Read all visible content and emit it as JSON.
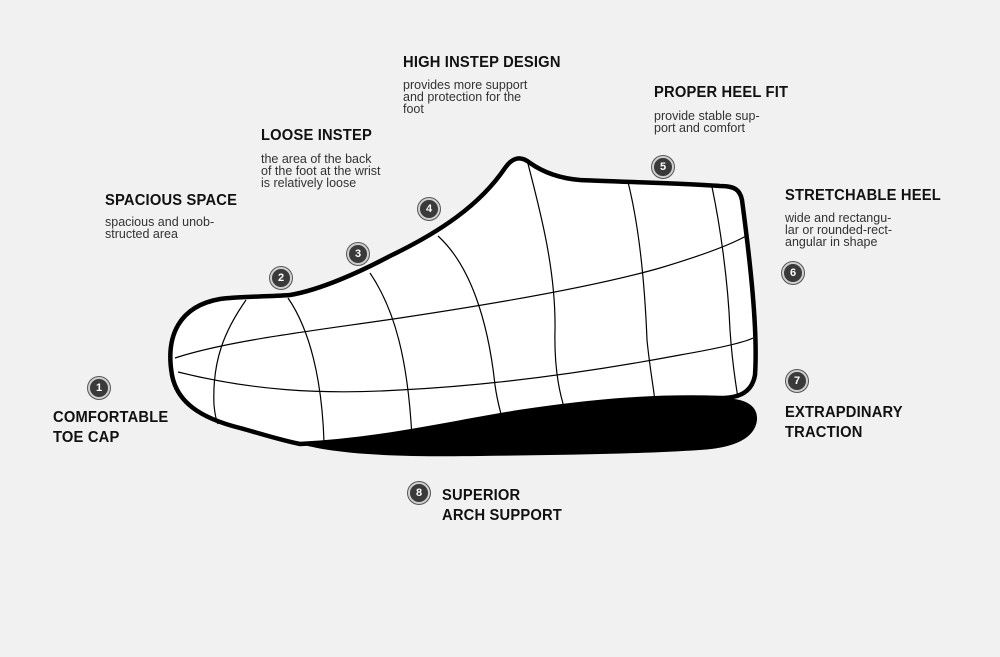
{
  "features": [
    {
      "number": "1",
      "title": "COMFORTABLE\nTOE CAP",
      "desc": ""
    },
    {
      "number": "2",
      "title": "SPACIOUS SPACE",
      "desc": "spacious and unob-\nstructed area"
    },
    {
      "number": "3",
      "title": "LOOSE INSTEP",
      "desc": "the area of the back\nof the foot at the wrist\nis relatively loose"
    },
    {
      "number": "4",
      "title": "HIGH INSTEP DESIGN",
      "desc": "provides more support\nand protection for the\nfoot"
    },
    {
      "number": "5",
      "title": "PROPER HEEL FIT",
      "desc": "provide stable sup-\nport and comfort"
    },
    {
      "number": "6",
      "title": "STRETCHABLE HEEL",
      "desc": "wide and rectangu-\nlar or rounded-rect-\nangular in shape"
    },
    {
      "number": "7",
      "title": "EXTRAPDINARY\nTRACTION",
      "desc": ""
    },
    {
      "number": "8",
      "title": "SUPERIOR\nARCH SUPPORT",
      "desc": ""
    }
  ],
  "colors": {
    "background": "#f1f1f1",
    "outline": "#000000",
    "badge": "#3a3a3a"
  }
}
